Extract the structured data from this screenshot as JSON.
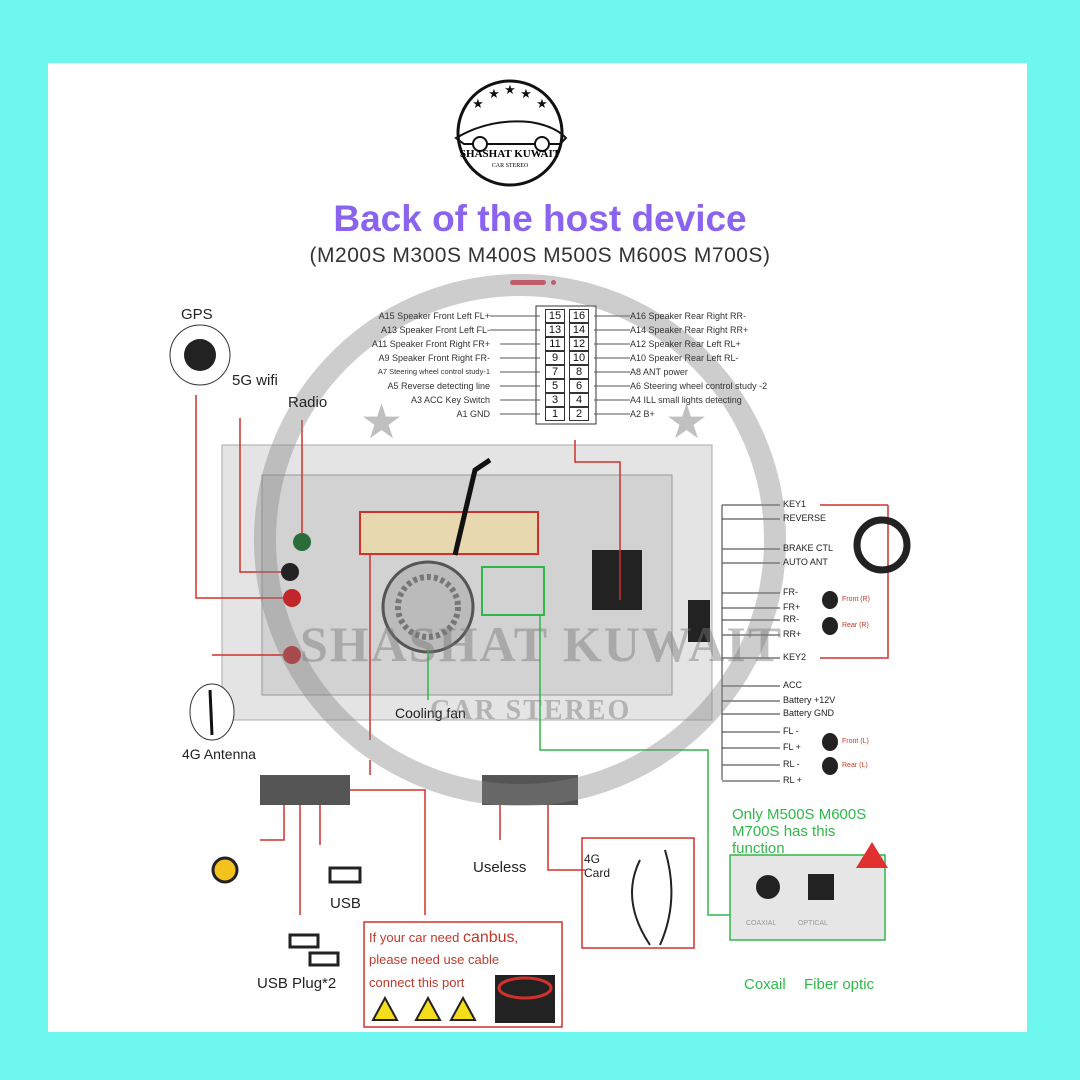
{
  "logo": {
    "brand": "SHASHAT KUWAIT",
    "tagline": "CAR STEREO"
  },
  "title": "Back of the host device",
  "subtitle": "(M200S M300S M400S M500S M600S M700S)",
  "pins_left": [
    {
      "label": "A15  Speaker Front Left FL+",
      "n": "15"
    },
    {
      "label": "A13  Speaker Front Left FL-",
      "n": "13"
    },
    {
      "label": "A11  Speaker Front Right FR+",
      "n": "11"
    },
    {
      "label": "A9   Speaker Front Right FR-",
      "n": "9"
    },
    {
      "label": "A7  Steering wheel control study-1",
      "n": "7"
    },
    {
      "label": "A5   Reverse detecting line",
      "n": "5"
    },
    {
      "label": "A3 ACC Key Switch",
      "n": "3"
    },
    {
      "label": "A1 GND",
      "n": "1"
    }
  ],
  "pins_right": [
    {
      "label": "A16 Speaker Rear Right RR-",
      "n": "16"
    },
    {
      "label": "A14 Speaker Rear Right RR+",
      "n": "14"
    },
    {
      "label": "A12 Speaker Rear Left RL+",
      "n": "12"
    },
    {
      "label": "A10 Speaker Rear Left RL-",
      "n": "10"
    },
    {
      "label": "A8   ANT power",
      "n": "8"
    },
    {
      "label": "A6   Steering wheel control study -2",
      "n": "6"
    },
    {
      "label": "A4   ILL small lights detecting",
      "n": "4"
    },
    {
      "label": "A2   B+",
      "n": "2"
    }
  ],
  "harness": [
    "KEY1",
    "REVERSE",
    "BRAKE CTL",
    "AUTO ANT",
    "FR-",
    "FR+",
    "RR-",
    "RR+",
    "KEY2",
    "ACC",
    "Battery +12V",
    "Battery GND",
    "FL -",
    "FL +",
    "RL -",
    "RL +"
  ],
  "speakers": [
    "Front (R)",
    "Rear (R)",
    "Front (L)",
    "Rear (L)"
  ],
  "labels": {
    "gps": "GPS",
    "wifi": "5G wifi",
    "radio": "Radio",
    "antenna4g": "4G Antenna",
    "fan": "Cooling fan",
    "useless": "Useless",
    "usb": "USB",
    "usb2": "USB Plug*2",
    "card4g_1": "4G",
    "card4g_2": "Card",
    "coax": "Coxail",
    "fiber": "Fiber optic",
    "coax_port": "COAXIAL",
    "optical_port": "OPTICAL"
  },
  "canbus": {
    "line1_pre": "If your car need ",
    "line1_em": "canbus",
    "line1_post": ",",
    "line2": "please need use cable",
    "line3": "connect this port"
  },
  "note": {
    "line1": "Only M500S M600S",
    "line2": "M700S has this",
    "line3": "function"
  },
  "colors": {
    "background": "#6ef7ee",
    "title": "#8a63ef",
    "wire": "#d0312d",
    "green": "#2fb84a"
  }
}
